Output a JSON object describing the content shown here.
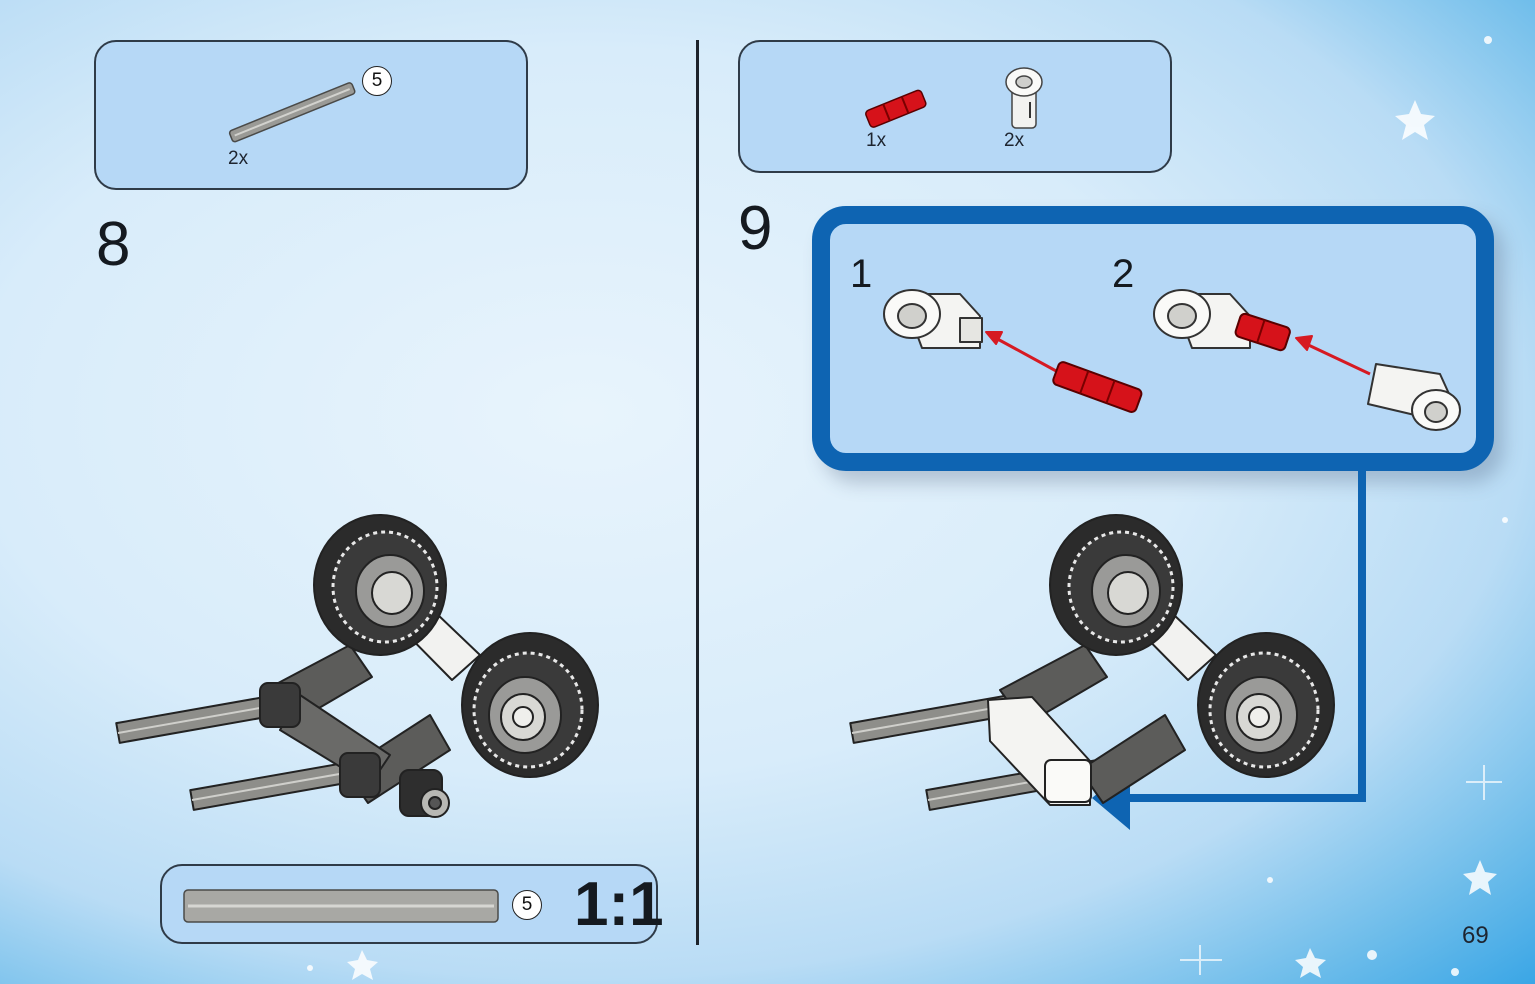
{
  "page_number": "69",
  "step8": {
    "number": "8",
    "parts": [
      {
        "name": "axle-5",
        "quantity": "2x",
        "length": "5",
        "color": "#9a9a96"
      }
    ],
    "scale_box": {
      "length": "5",
      "scale": "1:1"
    }
  },
  "step9": {
    "number": "9",
    "parts": [
      {
        "name": "red-axle-connector",
        "quantity": "1x",
        "color": "#d6121a"
      },
      {
        "name": "white-angle-connector",
        "quantity": "2x",
        "color": "#f2f2f2"
      }
    ],
    "substeps": [
      {
        "label": "1"
      },
      {
        "label": "2"
      }
    ],
    "accent_color": "#0e64b2"
  }
}
